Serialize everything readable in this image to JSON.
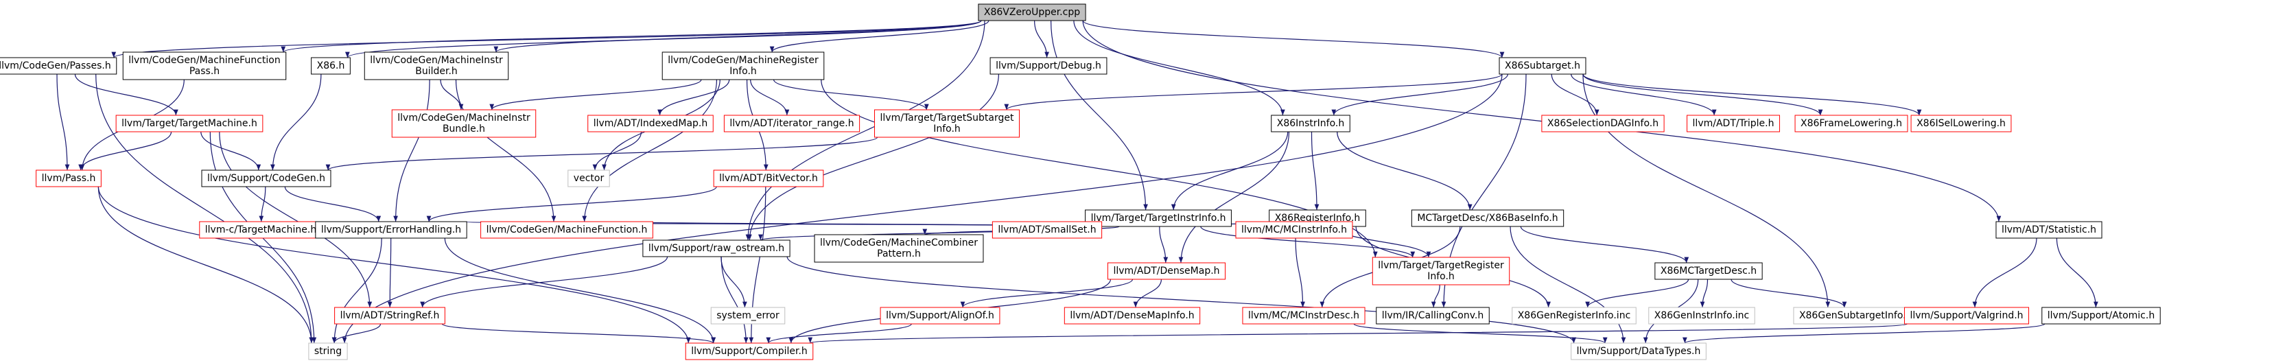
{
  "graph": {
    "colors": {
      "edge": "#191970",
      "root_fill": "#bfbfbf",
      "node_fill": "#ffffff",
      "border_black": "#000000",
      "border_red": "#ff0000",
      "border_gray": "#bfbfbf",
      "text": "#000000"
    },
    "nodes": [
      {
        "id": "root",
        "lines": [
          "X86VZeroUpper.cpp"
        ],
        "style": "root"
      },
      {
        "id": "cg_passes",
        "lines": [
          "llvm/CodeGen/Passes.h"
        ],
        "style": "black"
      },
      {
        "id": "cg_mfpass",
        "lines": [
          "llvm/CodeGen/MachineFunction",
          "Pass.h"
        ],
        "style": "black"
      },
      {
        "id": "x86h",
        "lines": [
          "X86.h"
        ],
        "style": "black"
      },
      {
        "id": "cg_mib",
        "lines": [
          "llvm/CodeGen/MachineInstr",
          "Builder.h"
        ],
        "style": "black"
      },
      {
        "id": "cg_mri",
        "lines": [
          "llvm/CodeGen/MachineRegister",
          "Info.h"
        ],
        "style": "black"
      },
      {
        "id": "sup_debug",
        "lines": [
          "llvm/Support/Debug.h"
        ],
        "style": "black"
      },
      {
        "id": "x86sub",
        "lines": [
          "X86Subtarget.h"
        ],
        "style": "black"
      },
      {
        "id": "tgt_tm",
        "lines": [
          "llvm/Target/TargetMachine.h"
        ],
        "style": "red"
      },
      {
        "id": "pass",
        "lines": [
          "llvm/Pass.h"
        ],
        "style": "red"
      },
      {
        "id": "cg_mibundle",
        "lines": [
          "llvm/CodeGen/MachineInstr",
          "Bundle.h"
        ],
        "style": "red"
      },
      {
        "id": "adt_im",
        "lines": [
          "llvm/ADT/IndexedMap.h"
        ],
        "style": "red"
      },
      {
        "id": "adt_ir",
        "lines": [
          "llvm/ADT/iterator_range.h"
        ],
        "style": "red"
      },
      {
        "id": "tgt_tsi",
        "lines": [
          "llvm/Target/TargetSubtarget",
          "Info.h"
        ],
        "style": "red"
      },
      {
        "id": "vector",
        "lines": [
          "vector"
        ],
        "style": "gray"
      },
      {
        "id": "adt_bv",
        "lines": [
          "llvm/ADT/BitVector.h"
        ],
        "style": "red"
      },
      {
        "id": "x86ii",
        "lines": [
          "X86InstrInfo.h"
        ],
        "style": "black"
      },
      {
        "id": "x86sdag",
        "lines": [
          "X86SelectionDAGInfo.h"
        ],
        "style": "red"
      },
      {
        "id": "adt_triple",
        "lines": [
          "llvm/ADT/Triple.h"
        ],
        "style": "red"
      },
      {
        "id": "x86fl",
        "lines": [
          "X86FrameLowering.h"
        ],
        "style": "red"
      },
      {
        "id": "x86isel",
        "lines": [
          "X86ISelLowering.h"
        ],
        "style": "red"
      },
      {
        "id": "sup_cg",
        "lines": [
          "llvm/Support/CodeGen.h"
        ],
        "style": "black"
      },
      {
        "id": "tgt_tii",
        "lines": [
          "llvm/Target/TargetInstrInfo.h"
        ],
        "style": "black"
      },
      {
        "id": "x86ri",
        "lines": [
          "X86RegisterInfo.h"
        ],
        "style": "black"
      },
      {
        "id": "mc_bi",
        "lines": [
          "MCTargetDesc/X86BaseInfo.h"
        ],
        "style": "black"
      },
      {
        "id": "c_tm",
        "lines": [
          "llvm-c/TargetMachine.h"
        ],
        "style": "red"
      },
      {
        "id": "sup_eh",
        "lines": [
          "llvm/Support/ErrorHandling.h"
        ],
        "style": "black"
      },
      {
        "id": "cg_mf",
        "lines": [
          "llvm/CodeGen/MachineFunction.h"
        ],
        "style": "red"
      },
      {
        "id": "sup_ros",
        "lines": [
          "llvm/Support/raw_ostream.h"
        ],
        "style": "black"
      },
      {
        "id": "cg_mcp",
        "lines": [
          "llvm/CodeGen/MachineCombiner",
          "Pattern.h"
        ],
        "style": "black"
      },
      {
        "id": "adt_ss",
        "lines": [
          "llvm/ADT/SmallSet.h"
        ],
        "style": "red"
      },
      {
        "id": "adt_dm",
        "lines": [
          "llvm/ADT/DenseMap.h"
        ],
        "style": "red"
      },
      {
        "id": "mc_ii",
        "lines": [
          "llvm/MC/MCInstrInfo.h"
        ],
        "style": "red"
      },
      {
        "id": "tgt_tri",
        "lines": [
          "llvm/Target/TargetRegister",
          "Info.h"
        ],
        "style": "red"
      },
      {
        "id": "x86mctd",
        "lines": [
          "X86MCTargetDesc.h"
        ],
        "style": "black"
      },
      {
        "id": "adt_stat",
        "lines": [
          "llvm/ADT/Statistic.h"
        ],
        "style": "black"
      },
      {
        "id": "adt_sr",
        "lines": [
          "llvm/ADT/StringRef.h"
        ],
        "style": "red"
      },
      {
        "id": "sys_err",
        "lines": [
          "system_error"
        ],
        "style": "gray"
      },
      {
        "id": "sup_align",
        "lines": [
          "llvm/Support/AlignOf.h"
        ],
        "style": "red"
      },
      {
        "id": "adt_dmi",
        "lines": [
          "llvm/ADT/DenseMapInfo.h"
        ],
        "style": "red"
      },
      {
        "id": "mc_id",
        "lines": [
          "llvm/MC/MCInstrDesc.h"
        ],
        "style": "red"
      },
      {
        "id": "ir_cc",
        "lines": [
          "llvm/IR/CallingConv.h"
        ],
        "style": "black"
      },
      {
        "id": "x86gri",
        "lines": [
          "X86GenRegisterInfo.inc"
        ],
        "style": "gray"
      },
      {
        "id": "x86gii",
        "lines": [
          "X86GenInstrInfo.inc"
        ],
        "style": "gray"
      },
      {
        "id": "x86gsi",
        "lines": [
          "X86GenSubtargetInfo.inc"
        ],
        "style": "gray"
      },
      {
        "id": "sup_vg",
        "lines": [
          "llvm/Support/Valgrind.h"
        ],
        "style": "red"
      },
      {
        "id": "sup_atomic",
        "lines": [
          "llvm/Support/Atomic.h"
        ],
        "style": "black"
      },
      {
        "id": "string",
        "lines": [
          "string"
        ],
        "style": "gray"
      },
      {
        "id": "sup_comp",
        "lines": [
          "llvm/Support/Compiler.h"
        ],
        "style": "red"
      },
      {
        "id": "sup_dt",
        "lines": [
          "llvm/Support/DataTypes.h"
        ],
        "style": "gray"
      }
    ],
    "edges": [
      [
        "root",
        "cg_passes"
      ],
      [
        "root",
        "cg_mfpass"
      ],
      [
        "root",
        "x86h"
      ],
      [
        "root",
        "cg_mib"
      ],
      [
        "root",
        "cg_mri"
      ],
      [
        "root",
        "sup_debug"
      ],
      [
        "root",
        "x86sub"
      ],
      [
        "root",
        "x86ii"
      ],
      [
        "root",
        "tgt_tii"
      ],
      [
        "root",
        "sup_ros"
      ],
      [
        "root",
        "adt_stat"
      ],
      [
        "cg_passes",
        "pass"
      ],
      [
        "cg_passes",
        "tgt_tm"
      ],
      [
        "cg_passes",
        "string"
      ],
      [
        "cg_mfpass",
        "pass"
      ],
      [
        "x86h",
        "sup_cg"
      ],
      [
        "cg_mib",
        "cg_mibundle"
      ],
      [
        "cg_mib",
        "cg_mf"
      ],
      [
        "cg_mib",
        "sup_eh"
      ],
      [
        "cg_mri",
        "cg_mibundle"
      ],
      [
        "cg_mri",
        "adt_im"
      ],
      [
        "cg_mri",
        "adt_ir"
      ],
      [
        "cg_mri",
        "tgt_tsi"
      ],
      [
        "cg_mri",
        "vector"
      ],
      [
        "cg_mri",
        "adt_bv"
      ],
      [
        "cg_mri",
        "cg_mf"
      ],
      [
        "cg_mri",
        "tgt_tri"
      ],
      [
        "sup_debug",
        "sup_ros"
      ],
      [
        "x86sub",
        "tgt_tsi"
      ],
      [
        "x86sub",
        "x86ii"
      ],
      [
        "x86sub",
        "x86sdag"
      ],
      [
        "x86sub",
        "adt_triple"
      ],
      [
        "x86sub",
        "x86fl"
      ],
      [
        "x86sub",
        "x86isel"
      ],
      [
        "x86sub",
        "ir_cc"
      ],
      [
        "x86sub",
        "x86gsi"
      ],
      [
        "x86sub",
        "string"
      ],
      [
        "tgt_tm",
        "pass"
      ],
      [
        "tgt_tm",
        "sup_cg"
      ],
      [
        "tgt_tm",
        "adt_sr"
      ],
      [
        "tgt_tm",
        "string"
      ],
      [
        "pass",
        "string"
      ],
      [
        "pass",
        "sup_comp"
      ],
      [
        "adt_im",
        "vector"
      ],
      [
        "tgt_tsi",
        "sup_cg"
      ],
      [
        "adt_bv",
        "sup_eh"
      ],
      [
        "adt_bv",
        "sup_comp"
      ],
      [
        "x86ii",
        "tgt_tii"
      ],
      [
        "x86ii",
        "x86ri"
      ],
      [
        "x86ii",
        "mc_bi"
      ],
      [
        "x86ii",
        "adt_dm"
      ],
      [
        "sup_cg",
        "sup_eh"
      ],
      [
        "sup_cg",
        "c_tm"
      ],
      [
        "tgt_tii",
        "sup_eh"
      ],
      [
        "tgt_tii",
        "cg_mf"
      ],
      [
        "tgt_tii",
        "sup_ros"
      ],
      [
        "tgt_tii",
        "cg_mcp"
      ],
      [
        "tgt_tii",
        "adt_ss"
      ],
      [
        "tgt_tii",
        "adt_dm"
      ],
      [
        "tgt_tii",
        "mc_ii"
      ],
      [
        "tgt_tii",
        "tgt_tri"
      ],
      [
        "x86ri",
        "tgt_tri"
      ],
      [
        "x86ri",
        "x86gri"
      ],
      [
        "mc_bi",
        "x86mctd"
      ],
      [
        "mc_bi",
        "sup_dt"
      ],
      [
        "mc_bi",
        "mc_id"
      ],
      [
        "sup_eh",
        "adt_sr"
      ],
      [
        "sup_eh",
        "string"
      ],
      [
        "sup_eh",
        "sup_comp"
      ],
      [
        "sup_ros",
        "adt_sr"
      ],
      [
        "sup_ros",
        "sys_err"
      ],
      [
        "sup_ros",
        "sup_comp"
      ],
      [
        "sup_ros",
        "sup_dt"
      ],
      [
        "adt_dm",
        "sup_align"
      ],
      [
        "adt_dm",
        "adt_dmi"
      ],
      [
        "adt_dm",
        "sup_comp"
      ],
      [
        "mc_ii",
        "mc_id"
      ],
      [
        "tgt_tri",
        "ir_cc"
      ],
      [
        "x86mctd",
        "x86gri"
      ],
      [
        "x86mctd",
        "x86gii"
      ],
      [
        "x86mctd",
        "x86gsi"
      ],
      [
        "x86mctd",
        "sup_dt"
      ],
      [
        "adt_stat",
        "sup_vg"
      ],
      [
        "adt_stat",
        "sup_atomic"
      ],
      [
        "adt_sr",
        "string"
      ],
      [
        "adt_sr",
        "sup_comp"
      ],
      [
        "sup_align",
        "sup_comp"
      ],
      [
        "mc_id",
        "sup_dt"
      ],
      [
        "sup_vg",
        "sup_comp"
      ],
      [
        "sup_atomic",
        "sup_dt"
      ]
    ]
  }
}
